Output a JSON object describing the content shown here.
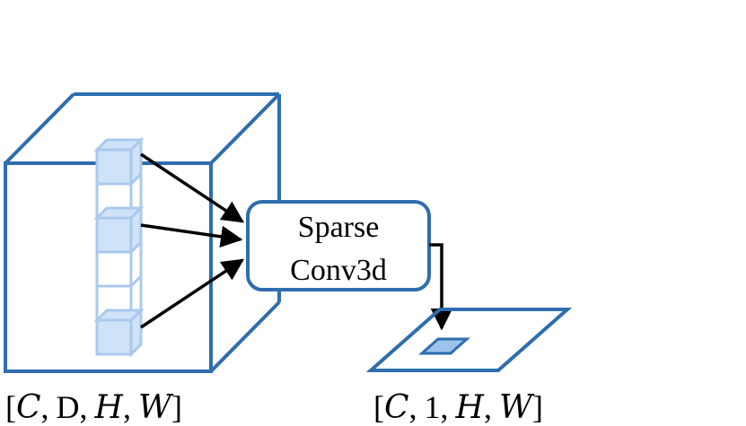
{
  "conv_block": {
    "line1": "Sparse",
    "line2": "Conv3d"
  },
  "input_shape": {
    "open": "[",
    "C": "C",
    "D": "D",
    "H": "H",
    "W": "W",
    "sep": ",",
    "close": "]"
  },
  "output_shape": {
    "open": "[",
    "C": "C",
    "one": "1",
    "H": "H",
    "W": "W",
    "sep": ",",
    "close": "]"
  },
  "colors": {
    "volume_stroke": "#2E6DAE",
    "voxel_stroke": "#A9C9EE",
    "voxel_fill": "#CFE2F7",
    "output_cell_fill": "#9DC3EC",
    "arrow": "#000000",
    "text": "#000000"
  }
}
